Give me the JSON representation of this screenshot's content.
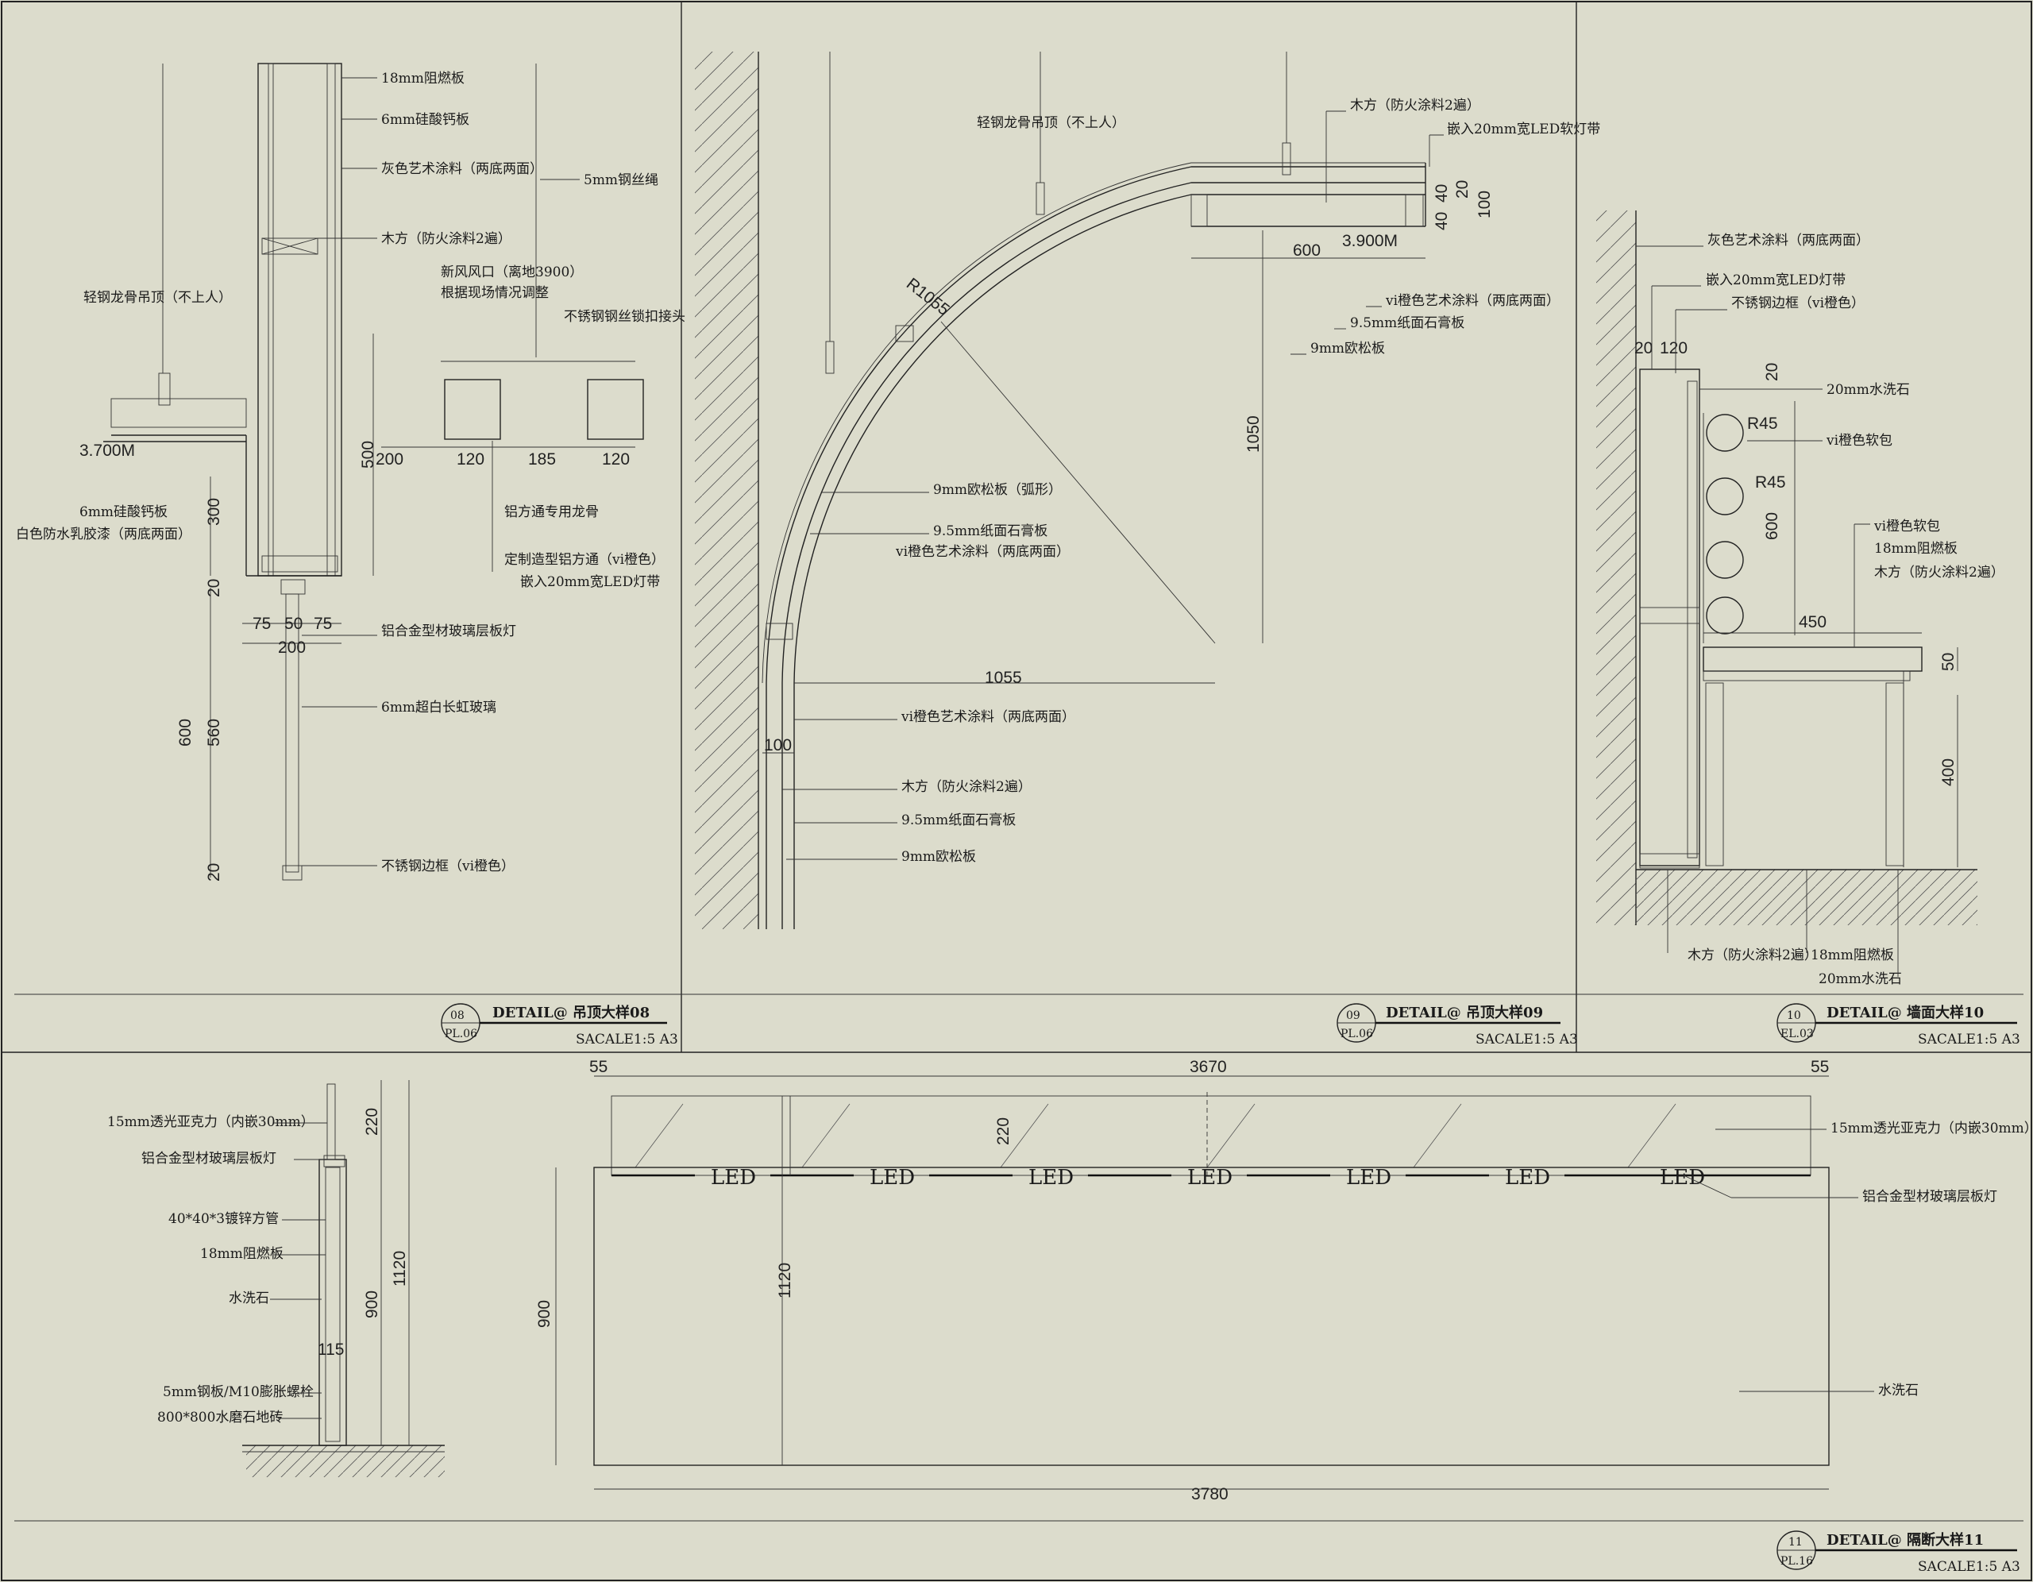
{
  "colors": {
    "paper": "#dcdccc",
    "ink": "#1a1a1a"
  },
  "panels": {
    "d08": {
      "labels": [
        "18mm阻燃板",
        "6mm硅酸钙板",
        "灰色艺术涂料（两底两面）",
        "5mm钢丝绳",
        "木方（防火涂料2遍）",
        "新风风口（离地3900）",
        "根据现场情况调整",
        "轻钢龙骨吊顶（不上人）",
        "不锈钢钢丝锁扣接头",
        "6mm硅酸钙板",
        "白色防水乳胶漆（两底两面）",
        "铝方通专用龙骨",
        "定制造型铝方通（vi橙色）",
        "嵌入20mm宽LED灯带",
        "铝合金型材玻璃层板灯",
        "6mm超白长虹玻璃",
        "不锈钢边框（vi橙色）"
      ],
      "dims": [
        "3.700M",
        "500",
        "200",
        "120",
        "185",
        "120",
        "300",
        "20",
        "75",
        "50",
        "75",
        "200",
        "600",
        "560",
        "20"
      ],
      "title": {
        "num": "08",
        "sheet": "PL.06",
        "caption": "DETAIL@   吊顶大样08",
        "scale": "SACALE1:5 A3"
      }
    },
    "d09": {
      "labels": [
        "轻钢龙骨吊顶（不上人）",
        "木方（防火涂料2遍）",
        "嵌入20mm宽LED软灯带",
        "vi橙色艺术涂料（两底两面）",
        "9.5mm纸面石膏板",
        "9mm欧松板",
        "9mm欧松板（弧形）",
        "9.5mm纸面石膏板",
        "vi橙色艺术涂料（两底两面）",
        "vi橙色艺术涂料（两底两面）",
        "木方（防火涂料2遍）",
        "9.5mm纸面石膏板",
        "9mm欧松板"
      ],
      "dims": [
        "R1055",
        "40",
        "40",
        "20",
        "100",
        "600",
        "3.900M",
        "1050",
        "1055",
        "100"
      ],
      "title": {
        "num": "09",
        "sheet": "PL.06",
        "caption": "DETAIL@   吊顶大样09",
        "scale": "SACALE1:5 A3"
      }
    },
    "d10": {
      "labels": [
        "灰色艺术涂料（两底两面）",
        "嵌入20mm宽LED灯带",
        "不锈钢边框（vi橙色）",
        "20mm水洗石",
        "vi橙色软包",
        "vi橙色软包",
        "18mm阻燃板",
        "木方（防火涂料2遍）",
        "木方（防火涂料2遍）",
        "18mm阻燃板",
        "20mm水洗石"
      ],
      "dims": [
        "20",
        "120",
        "20",
        "R45",
        "R45",
        "600",
        "450",
        "50",
        "400"
      ],
      "title": {
        "num": "10",
        "sheet": "EL.03",
        "caption": "DETAIL@   墙面大样10",
        "scale": "SACALE1:5 A3"
      }
    },
    "d11": {
      "labels": [
        "15mm透光亚克力（内嵌30mm）",
        "铝合金型材玻璃层板灯",
        "40*40*3镀锌方管",
        "18mm阻燃板",
        "水洗石",
        "5mm钢板/M10膨胀螺栓",
        "800*800水磨石地砖",
        "15mm透光亚克力（内嵌30mm）",
        "铝合金型材玻璃层板灯",
        "水洗石"
      ],
      "dims": [
        "220",
        "1120",
        "900",
        "115",
        "55",
        "3670",
        "55",
        "220",
        "1120",
        "900",
        "3780"
      ],
      "led": "LED",
      "title": {
        "num": "11",
        "sheet": "PL.16",
        "caption": "DETAIL@   隔断大样11",
        "scale": "SACALE1:5 A3"
      }
    }
  }
}
